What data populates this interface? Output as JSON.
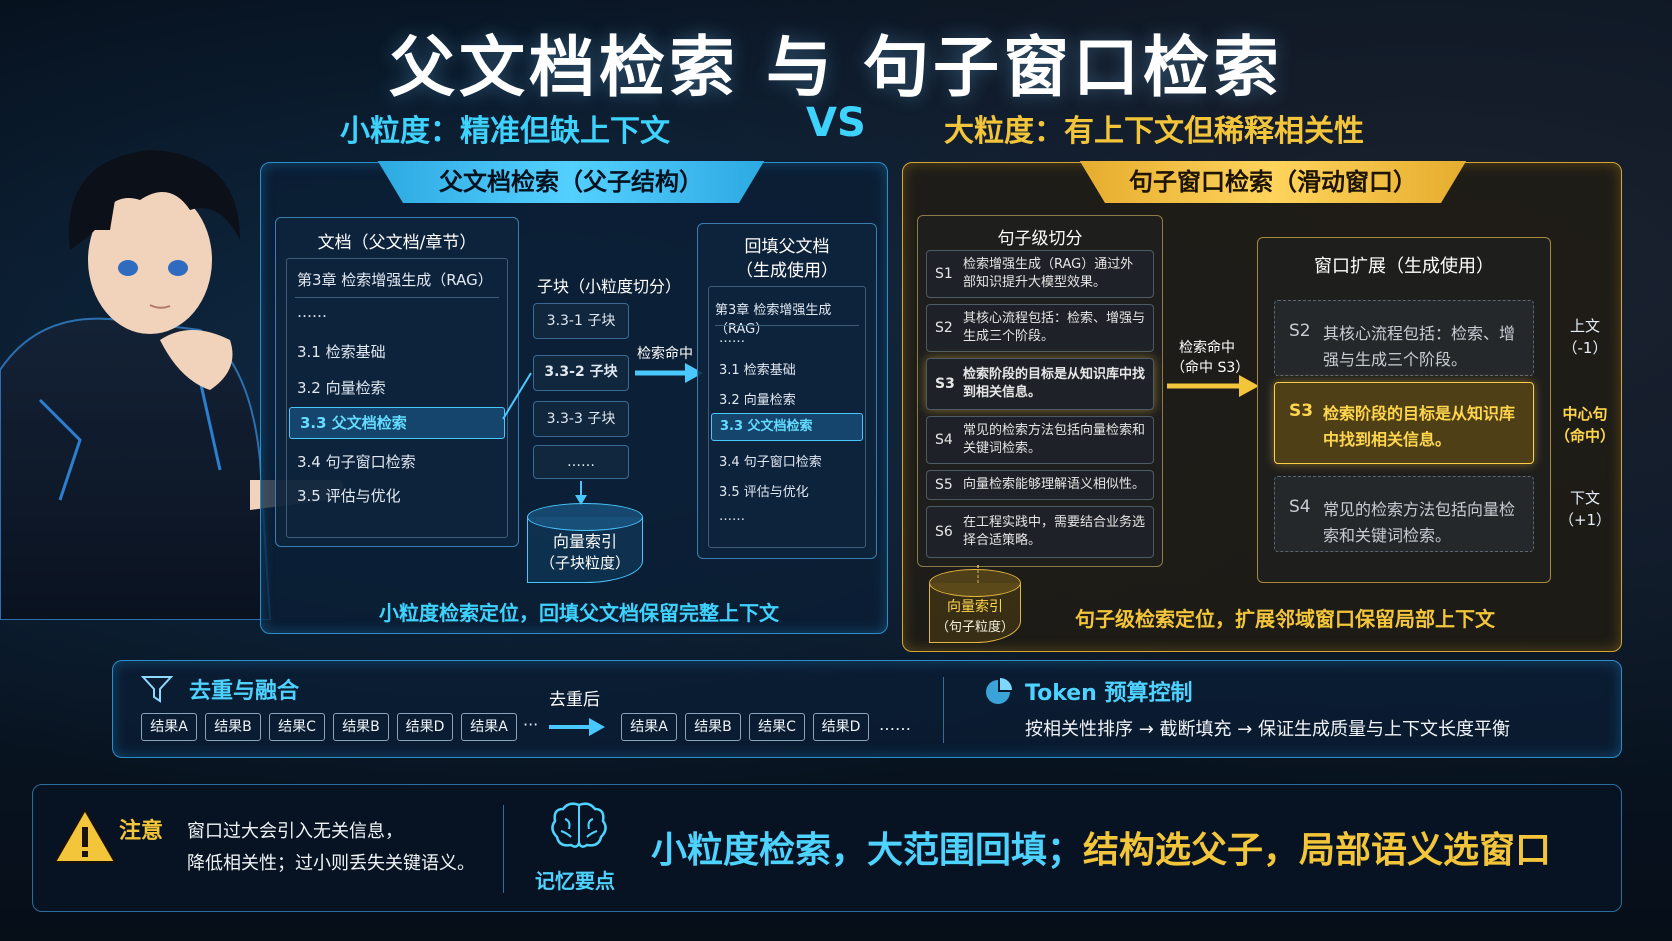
{
  "header": {
    "title": "父文档检索 与 句子窗口检索",
    "subtitle_left": "小粒度：精准但缺上下文",
    "vs": "VS",
    "subtitle_right": "大粒度：有上下文但稀释相关性"
  },
  "colors": {
    "accent_blue": "#3ed3ff",
    "accent_gold": "#f3c53a",
    "background": "#07121f"
  },
  "parent_panel": {
    "banner": "父文档检索（父子结构）",
    "doc_box": {
      "title": "文档（父文档/章节）",
      "rows": [
        "第3章  检索增强生成（RAG）",
        "……",
        "3.1  检索基础",
        "3.2  向量检索",
        "3.3  父文档检索",
        "3.4  句子窗口检索",
        "3.5  评估与优化"
      ]
    },
    "chunks_title": "子块（小粒度切分）",
    "chunks": [
      "3.3-1  子块",
      "3.3-2  子块",
      "3.3-3  子块",
      "……"
    ],
    "hit_label": "检索命中",
    "vector_index": [
      "向量索引",
      "（子块粒度）"
    ],
    "backfill_box": {
      "title_line1": "回填父文档",
      "title_line2": "（生成使用）",
      "rows": [
        "第3章  检索增强生成（RAG）",
        "……",
        "3.1  检索基础",
        "3.2  向量检索",
        "3.3  父文档检索",
        "3.4  句子窗口检索",
        "3.5  评估与优化",
        "……"
      ]
    },
    "caption": "小粒度检索定位，回填父文档保留完整上下文"
  },
  "window_panel": {
    "banner": "句子窗口检索（滑动窗口）",
    "sentence_box": {
      "title": "句子级切分",
      "items": [
        {
          "num": "S1",
          "text": "检索增强生成（RAG）通过外部知识提升大模型效果。"
        },
        {
          "num": "S2",
          "text": "其核心流程包括：检索、增强与生成三个阶段。"
        },
        {
          "num": "S3",
          "text": "检索阶段的目标是从知识库中找到相关信息。"
        },
        {
          "num": "S4",
          "text": "常见的检索方法包括向量检索和关键词检索。"
        },
        {
          "num": "S5",
          "text": "向量检索能够理解语义相似性。"
        },
        {
          "num": "S6",
          "text": "在工程实践中，需要结合业务选择合适策略。"
        }
      ]
    },
    "hit_label_line1": "检索命中",
    "hit_label_line2": "（命中 S3）",
    "vector_index": [
      "向量索引",
      "（句子粒度）"
    ],
    "expand_box": {
      "title": "窗口扩展（生成使用）",
      "items": [
        {
          "num": "S2",
          "text": "其核心流程包括：检索、增强与生成三个阶段。",
          "side": "上文",
          "side2": "（-1）"
        },
        {
          "num": "S3",
          "text": "检索阶段的目标是从知识库中找到相关信息。",
          "side": "中心句",
          "side2": "（命中）"
        },
        {
          "num": "S4",
          "text": "常见的检索方法包括向量检索和关键词检索。",
          "side": "下文",
          "side2": "（+1）"
        }
      ]
    },
    "caption": "句子级检索定位，扩展邻域窗口保留局部上下文"
  },
  "dedup": {
    "title": "去重与融合",
    "before": [
      "结果A",
      "结果B",
      "结果C",
      "结果B",
      "结果D",
      "结果A"
    ],
    "after_label": "去重后",
    "after": [
      "结果A",
      "结果B",
      "结果C",
      "结果D"
    ],
    "ellipsis": "……",
    "dots": "···"
  },
  "token": {
    "title": "Token 预算控制",
    "flow": "按相关性排序 → 截断填充 → 保证生成质量与上下文长度平衡"
  },
  "footer": {
    "note_label": "注意",
    "note_line1": "窗口过大会引入无关信息，",
    "note_line2": "降低相关性；过小则丢失关键语义。",
    "memo_label": "记忆要点",
    "key_part1": "小粒度检索，大范围回填；",
    "key_part2": "结构选父子，局部语义选窗口"
  }
}
